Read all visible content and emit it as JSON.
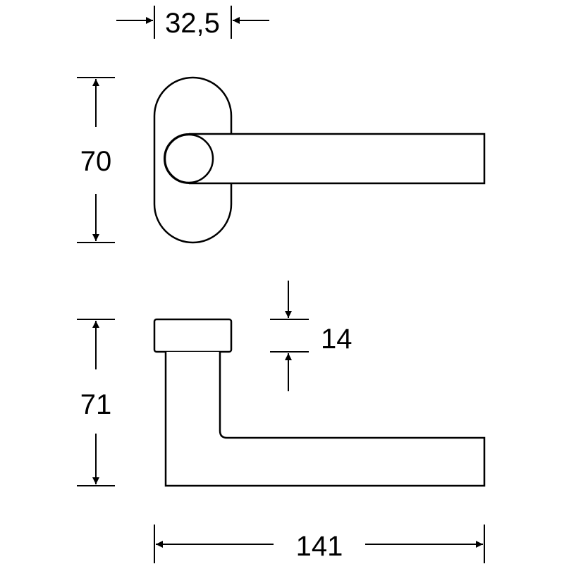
{
  "drawing": {
    "dimensions": {
      "rose_width": "32,5",
      "rose_height": "70",
      "lever_height": "71",
      "rose_thickness": "14",
      "lever_length": "141"
    }
  }
}
